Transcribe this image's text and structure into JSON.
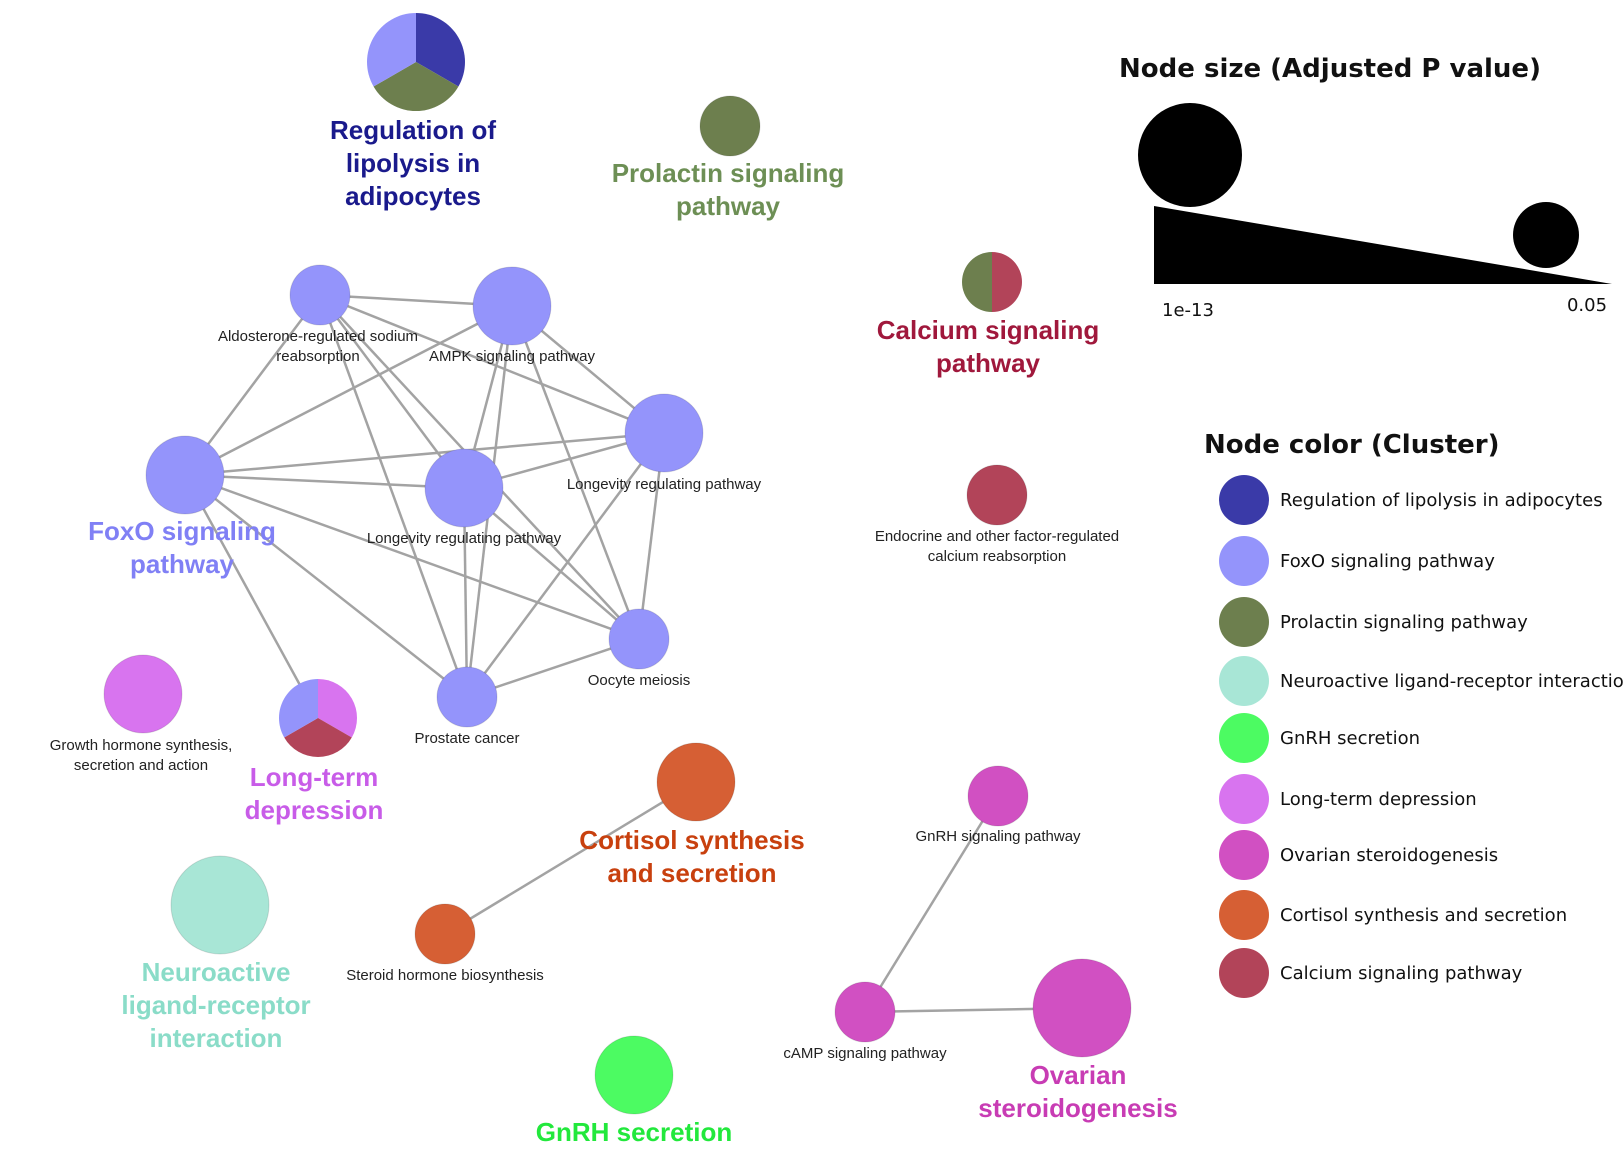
{
  "colors": {
    "regulation_lipolysis": "#3a3aa8",
    "foxo": "#9494fb",
    "prolactin": "#6d7f4e",
    "neuroactive": "#a8e6d6",
    "gnrh_secretion": "#4cfb62",
    "long_term_depression": "#d874ef",
    "ovarian": "#d150c2",
    "cortisol": "#d65f34",
    "calcium": "#b24459"
  },
  "nodes": [
    {
      "id": "reg_lipolysis",
      "label": "",
      "colors": [
        "regulation_lipolysis",
        "prolactin",
        "foxo"
      ]
    },
    {
      "id": "prolactin",
      "label": "",
      "colors": [
        "prolactin"
      ]
    },
    {
      "id": "calcium",
      "label": "",
      "colors": [
        "calcium",
        "prolactin"
      ]
    },
    {
      "id": "endocrine",
      "label": "Endocrine and other factor-regulated\ncalcium reabsorption",
      "colors": [
        "calcium"
      ]
    },
    {
      "id": "aldosterone",
      "label": "Aldosterone-regulated sodium\nreabsorption",
      "colors": [
        "foxo"
      ]
    },
    {
      "id": "ampk",
      "label": "AMPK signaling pathway",
      "colors": [
        "foxo"
      ]
    },
    {
      "id": "longevity_right",
      "label": "Longevity regulating pathway",
      "colors": [
        "foxo"
      ]
    },
    {
      "id": "foxo",
      "label": "",
      "colors": [
        "foxo"
      ]
    },
    {
      "id": "longevity_center",
      "label": "Longevity regulating pathway",
      "colors": [
        "foxo"
      ]
    },
    {
      "id": "oocyte",
      "label": "Oocyte meiosis",
      "colors": [
        "foxo"
      ]
    },
    {
      "id": "prostate",
      "label": "Prostate cancer",
      "colors": [
        "foxo"
      ]
    },
    {
      "id": "growth",
      "label": "Growth hormone synthesis,\nsecretion and action",
      "colors": [
        "long_term_depression"
      ]
    },
    {
      "id": "ltd",
      "label": "",
      "colors": [
        "long_term_depression",
        "calcium",
        "foxo"
      ]
    },
    {
      "id": "cortisol",
      "label": "",
      "colors": [
        "cortisol"
      ]
    },
    {
      "id": "steroid",
      "label": "Steroid hormone biosynthesis",
      "colors": [
        "cortisol"
      ]
    },
    {
      "id": "neuroactive",
      "label": "",
      "colors": [
        "neuroactive"
      ]
    },
    {
      "id": "gnrh_secretion",
      "label": "",
      "colors": [
        "gnrh_secretion"
      ]
    },
    {
      "id": "gnrh_pathway",
      "label": "GnRH signaling pathway",
      "colors": [
        "ovarian"
      ]
    },
    {
      "id": "camp",
      "label": "cAMP signaling pathway",
      "colors": [
        "ovarian"
      ]
    },
    {
      "id": "ovarian",
      "label": "",
      "colors": [
        "ovarian"
      ]
    }
  ],
  "edges": [
    [
      "aldosterone",
      "ampk"
    ],
    [
      "aldosterone",
      "longevity_right"
    ],
    [
      "aldosterone",
      "foxo"
    ],
    [
      "aldosterone",
      "longevity_center"
    ],
    [
      "aldosterone",
      "oocyte"
    ],
    [
      "aldosterone",
      "prostate"
    ],
    [
      "ampk",
      "longevity_right"
    ],
    [
      "ampk",
      "foxo"
    ],
    [
      "ampk",
      "longevity_center"
    ],
    [
      "ampk",
      "oocyte"
    ],
    [
      "ampk",
      "prostate"
    ],
    [
      "longevity_right",
      "foxo"
    ],
    [
      "longevity_right",
      "longevity_center"
    ],
    [
      "longevity_right",
      "oocyte"
    ],
    [
      "longevity_right",
      "prostate"
    ],
    [
      "foxo",
      "longevity_center"
    ],
    [
      "foxo",
      "oocyte"
    ],
    [
      "foxo",
      "prostate"
    ],
    [
      "foxo",
      "ltd"
    ],
    [
      "longevity_center",
      "oocyte"
    ],
    [
      "longevity_center",
      "prostate"
    ],
    [
      "oocyte",
      "prostate"
    ],
    [
      "cortisol",
      "steroid"
    ],
    [
      "gnrh_pathway",
      "camp"
    ],
    [
      "camp",
      "ovarian"
    ]
  ],
  "cluster_labels": [
    {
      "id": "reg_lipolysis",
      "text": [
        "Regulation of",
        "lipolysis in",
        "adipocytes"
      ],
      "color": "#1a1a8c"
    },
    {
      "id": "prolactin",
      "text": [
        "Prolactin signaling",
        "pathway"
      ],
      "color": "#6d8f55"
    },
    {
      "id": "calcium",
      "text": [
        "Calcium signaling",
        "pathway"
      ],
      "color": "#a0183c"
    },
    {
      "id": "foxo",
      "text": [
        "FoxO signaling",
        "pathway"
      ],
      "color": "#8080f5"
    },
    {
      "id": "ltd",
      "text": [
        "Long-term",
        "depression"
      ],
      "color": "#c85ce8"
    },
    {
      "id": "cortisol",
      "text": [
        "Cortisol synthesis",
        "and secretion"
      ],
      "color": "#c8400e"
    },
    {
      "id": "neuroactive",
      "text": [
        "Neuroactive",
        "ligand-receptor",
        "interaction"
      ],
      "color": "#8adcc8"
    },
    {
      "id": "gnrh_secretion",
      "text": [
        "GnRH secretion"
      ],
      "color": "#22e83c"
    },
    {
      "id": "ovarian",
      "text": [
        "Ovarian",
        "steroidogenesis"
      ],
      "color": "#c83cb4"
    }
  ],
  "legend": {
    "size_title": "Node size (Adjusted P value)",
    "size_min_label": "1e-13",
    "size_max_label": "0.05",
    "color_title": "Node color (Cluster)",
    "items": [
      {
        "label": "Regulation of lipolysis in adipocytes",
        "color": "regulation_lipolysis"
      },
      {
        "label": "FoxO signaling pathway",
        "color": "foxo"
      },
      {
        "label": "Prolactin signaling pathway",
        "color": "prolactin"
      },
      {
        "label": "Neuroactive ligand-receptor interaction",
        "color": "neuroactive"
      },
      {
        "label": "GnRH secretion",
        "color": "gnrh_secretion"
      },
      {
        "label": "Long-term depression",
        "color": "long_term_depression"
      },
      {
        "label": "Ovarian steroidogenesis",
        "color": "ovarian"
      },
      {
        "label": "Cortisol synthesis and secretion",
        "color": "cortisol"
      },
      {
        "label": "Calcium signaling pathway",
        "color": "calcium"
      }
    ]
  }
}
